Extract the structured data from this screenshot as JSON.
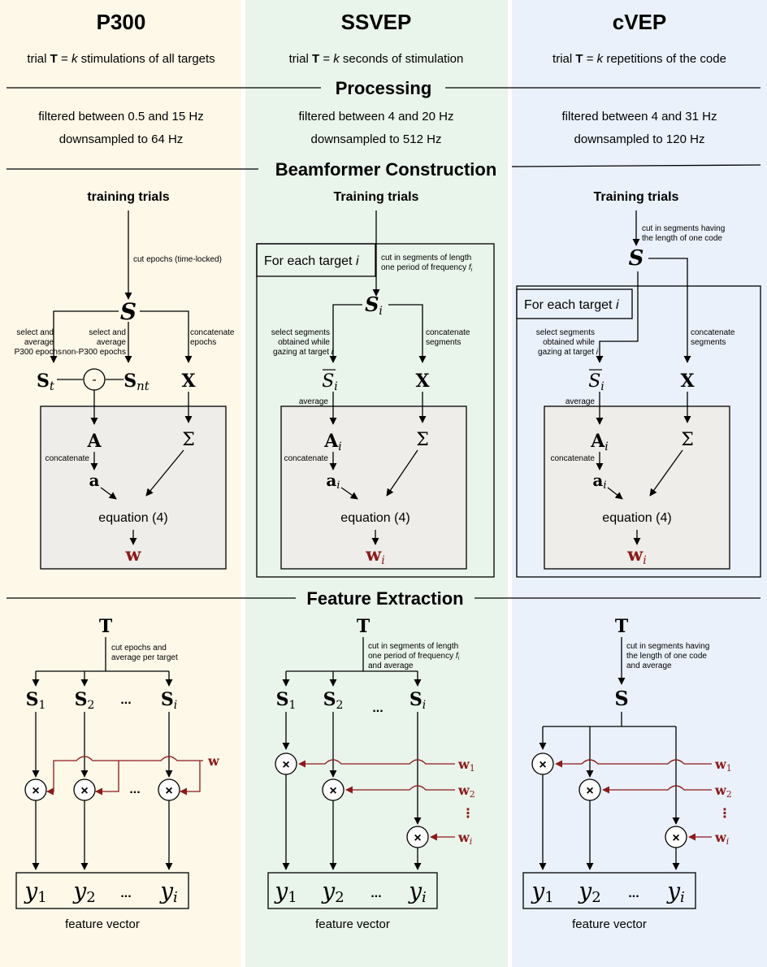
{
  "colors": {
    "p300_bg": "#fdf8e8",
    "ssvep_bg": "#e9f4ea",
    "cvep_bg": "#eaf1fb",
    "box_bg": "#eeede9",
    "accent_red": "#8b1a1a"
  },
  "columns": {
    "p300": {
      "title": "P300",
      "trial_prefix": "trial ",
      "trial_T": "T",
      "trial_eq": " = ",
      "trial_k": "k",
      "trial_rest": " stimulations of all targets",
      "filter": "filtered between 0.5 and 15 Hz",
      "downsample": "downsampled to 64 Hz"
    },
    "ssvep": {
      "title": "SSVEP",
      "trial_prefix": "trial ",
      "trial_T": "T",
      "trial_eq": " = ",
      "trial_k": "k",
      "trial_rest": " seconds of stimulation",
      "filter": "filtered between 4 and 20 Hz",
      "downsample": "downsampled to 512 Hz"
    },
    "cvep": {
      "title": "cVEP",
      "trial_prefix": "trial ",
      "trial_T": "T",
      "trial_eq": " = ",
      "trial_k": "k",
      "trial_rest": " repetitions of the code",
      "filter": "filtered between 4 and 31 Hz",
      "downsample": "downsampled to 120 Hz"
    }
  },
  "sections": {
    "processing": "Processing",
    "beamformer": "Beamformer Construction",
    "feature": "Feature Extraction"
  },
  "beamformer": {
    "p300": {
      "training": "training trials",
      "cut": "cut epochs (time-locked)",
      "S": "S",
      "sel1a": "select and",
      "sel1b": "average",
      "sel1c": "P300 epochs",
      "sel2a": "select and",
      "sel2b": "average",
      "sel2c": "non-P300 epochs",
      "concat_a": "concatenate",
      "concat_b": "epochs",
      "St": "S",
      "St_sub": "t",
      "minus": "-",
      "Snt": "S",
      "Snt_sub": "nt",
      "X": "X",
      "A": "A",
      "Sigma": "Σ",
      "concatenate": "concatenate",
      "a": "a",
      "equation": "equation (4)",
      "w": "w"
    },
    "ssvep": {
      "training": "Training trials",
      "for_each": "For each target ",
      "for_each_i": "i",
      "cut_a": "cut in segments of length",
      "cut_b": "one period of frequency ",
      "cut_b_f": "f",
      "cut_b_i": "i",
      "S": "S",
      "S_sub": "i",
      "sel_a": "select segments",
      "sel_b": "obtained while",
      "sel_c": "gazing at target ",
      "sel_c_i": "i",
      "concat_a": "concatenate",
      "concat_b": "segments",
      "Sbar": "S",
      "Sbar_sub": "i",
      "X": "X",
      "average": "average",
      "A": "A",
      "A_sub": "i",
      "Sigma": "Σ",
      "concatenate": "concatenate",
      "a": "a",
      "a_sub": "i",
      "equation": "equation (4)",
      "w": "w",
      "w_sub": "i"
    },
    "cvep": {
      "training": "Training trials",
      "cut_a": "cut in segments having",
      "cut_b": "the length of one code",
      "S": "S",
      "for_each": "For each target ",
      "for_each_i": "i",
      "sel_a": "select segments",
      "sel_b": "obtained while",
      "sel_c": "gazing at target ",
      "sel_c_i": "i",
      "concat_a": "concatenate",
      "concat_b": "segments",
      "Sbar": "S",
      "Sbar_sub": "i",
      "X": "X",
      "average": "average",
      "A": "A",
      "A_sub": "i",
      "Sigma": "Σ",
      "concatenate": "concatenate",
      "a": "a",
      "a_sub": "i",
      "equation": "equation (4)",
      "w": "w",
      "w_sub": "i"
    }
  },
  "feature": {
    "p300": {
      "T": "T",
      "cut_a": "cut epochs and",
      "cut_b": "average per target",
      "S": "S",
      "sub1": "1",
      "sub2": "2",
      "subi": "i",
      "dots": "...",
      "w": "w",
      "y": "y",
      "feature_vector": "feature vector"
    },
    "ssvep": {
      "T": "T",
      "cut_a": "cut in segments of length",
      "cut_b": "one period of frequency ",
      "cut_b_f": "f",
      "cut_b_i": "i",
      "cut_c": "and average",
      "S": "S",
      "sub1": "1",
      "sub2": "2",
      "subi": "i",
      "dots": "...",
      "w": "w",
      "y": "y",
      "vdots": "⋮",
      "feature_vector": "feature vector"
    },
    "cvep": {
      "T": "T",
      "cut_a": "cut in segments having",
      "cut_b": "the length of one code",
      "cut_c": "and average",
      "S": "S",
      "sub1": "1",
      "sub2": "2",
      "subi": "i",
      "dots": "...",
      "w": "w",
      "y": "y",
      "vdots": "⋮",
      "feature_vector": "feature vector"
    }
  }
}
